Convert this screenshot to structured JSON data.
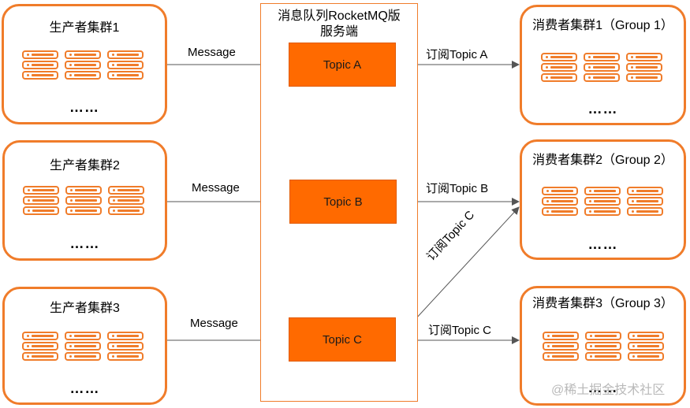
{
  "producers": [
    {
      "title": "生产者集群1",
      "dots": "……"
    },
    {
      "title": "生产者集群2",
      "dots": "……"
    },
    {
      "title": "生产者集群3",
      "dots": "……"
    }
  ],
  "consumers": [
    {
      "title": "消费者集群1（Group 1）",
      "dots": "……"
    },
    {
      "title": "消费者集群2（Group 2）",
      "dots": "……"
    },
    {
      "title": "消费者集群3（Group 3）",
      "dots": "……"
    }
  ],
  "server": {
    "title_line1": "消息队列RocketMQ版",
    "title_line2": "服务端",
    "topics": [
      "Topic A",
      "Topic B",
      "Topic C"
    ]
  },
  "edges": {
    "message_labels": [
      "Message",
      "Message",
      "Message"
    ],
    "subscribe_labels": [
      "订阅Topic A",
      "订阅Topic B",
      "订阅Topic C",
      "订阅Topic C"
    ]
  },
  "colors": {
    "accent": "#f07c2a",
    "topic_fill": "#ff6a00",
    "arrow": "#555555"
  },
  "watermark": "@稀土掘金技术社区"
}
